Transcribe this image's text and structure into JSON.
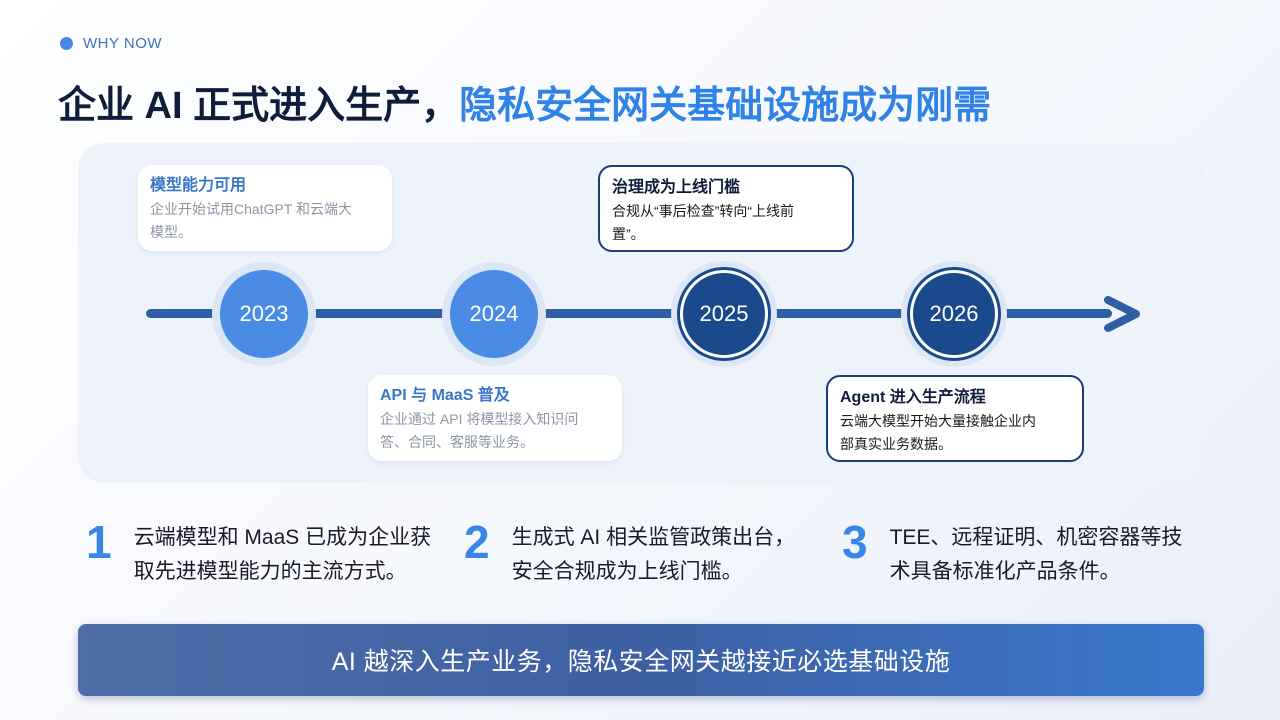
{
  "header": {
    "kicker": "WHY NOW",
    "title_part1": "企业 AI 正式进入生产，",
    "title_part2": "隐私安全网关基础设施成为刚需"
  },
  "timeline": {
    "years": [
      "2023",
      "2024",
      "2025",
      "2026"
    ],
    "cards": [
      {
        "title": "模型能力可用",
        "line1": "企业开始试用ChatGPT 和云端大",
        "line2": "模型。"
      },
      {
        "title": "API 与 MaaS 普及",
        "line1": "企业通过 API 将模型接入知识问",
        "line2": "答、合同、客服等业务。"
      },
      {
        "title": "治理成为上线门槛",
        "line1": "合规从“事后检查”转向“上线前",
        "line2": "置”。"
      },
      {
        "title": "Agent 进入生产流程",
        "line1": "云端大模型开始大量接触企业内",
        "line2": "部真实业务数据。"
      }
    ]
  },
  "points": [
    {
      "num": "1",
      "line1": "云端模型和 MaaS 已成为企业获",
      "line2": "取先进模型能力的主流方式。"
    },
    {
      "num": "2",
      "line1": "生成式 AI 相关监管政策出台，",
      "line2": "安全合规成为上线门槛。"
    },
    {
      "num": "3",
      "line1": "TEE、远程证明、机密容器等技",
      "line2": "术具备标准化产品条件。"
    }
  ],
  "banner": {
    "text": "AI 越深入生产业务，隐私安全网关越接近必选基础设施"
  },
  "colors": {
    "accent": "#2f83e6",
    "dark_navy": "#1a4a8c",
    "title": "#0f1d3a"
  }
}
